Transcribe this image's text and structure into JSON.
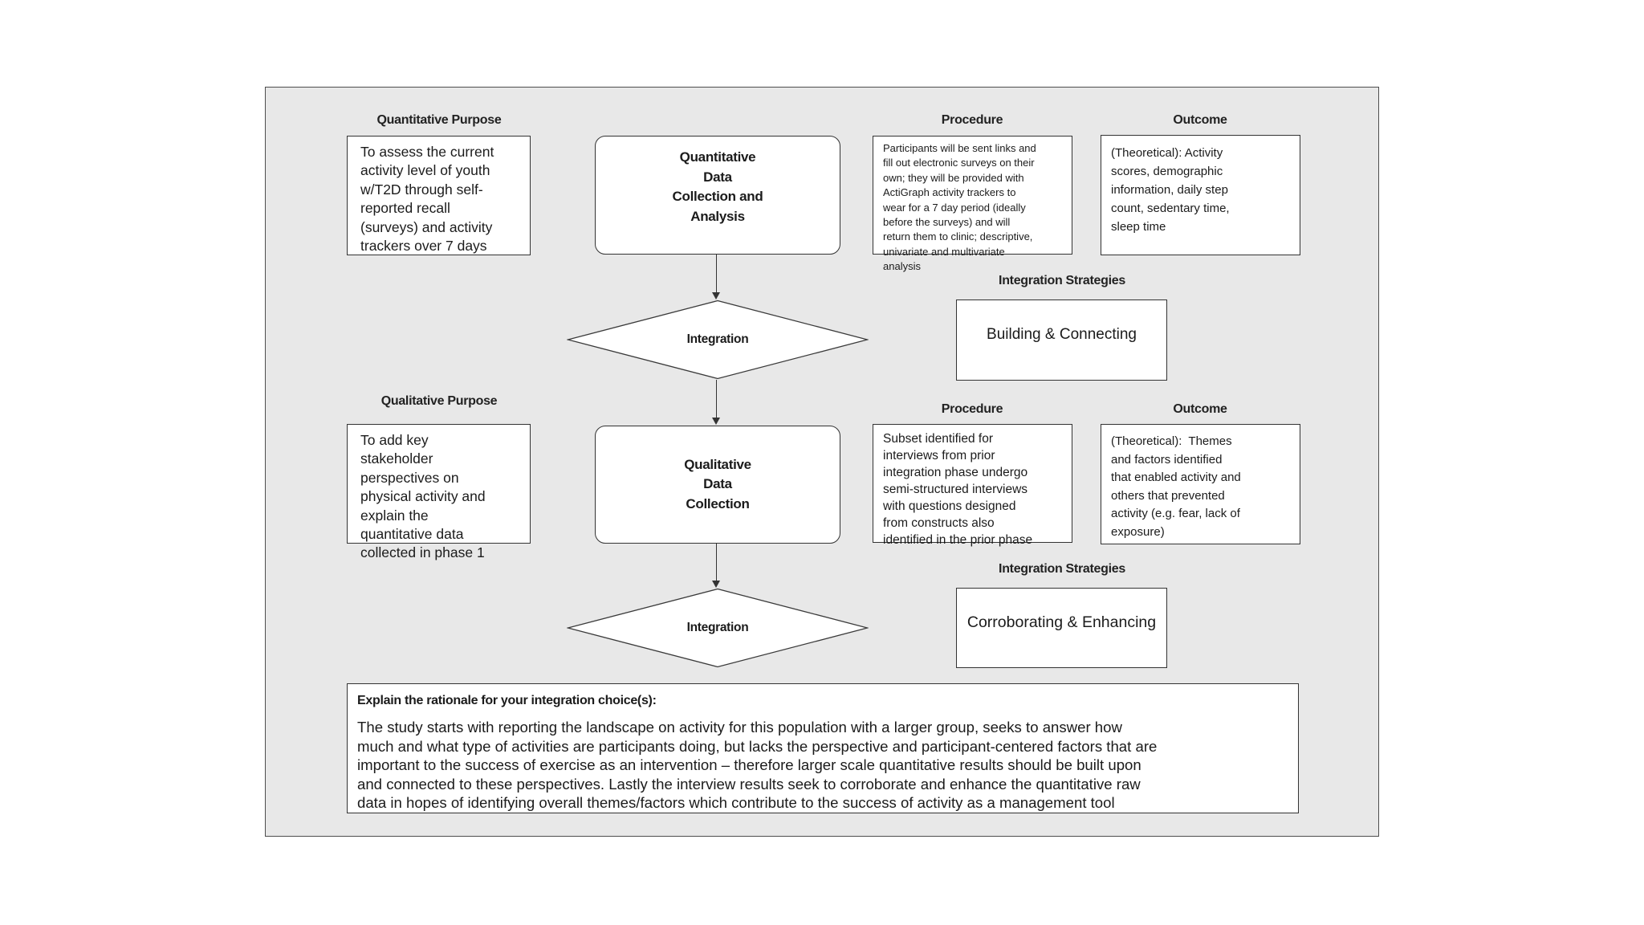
{
  "colors": {
    "page_bg": "#ffffff",
    "panel_bg": "#e8e8e8",
    "panel_border": "#4d4d4d",
    "box_bg": "#ffffff",
    "box_border": "#333333",
    "text": "#1b1b1b",
    "arrow": "#333333"
  },
  "phase1": {
    "purpose_label": "Quantitative Purpose",
    "purpose_text": "To assess the current\nactivity level of youth\nw/T2D through self-\nreported recall\n(surveys) and activity\ntrackers over 7 days",
    "process_text": "Quantitative\nData\nCollection and\nAnalysis",
    "procedure_label": "Procedure",
    "procedure_text": "Participants will be sent links and\nfill out electronic surveys on their\nown; they will be provided with\nActiGraph activity trackers to\nwear for a 7 day period (ideally\nbefore the surveys) and will\nreturn them to clinic; descriptive,\nunivariate and multivariate\nanalysis",
    "outcome_label": "Outcome",
    "outcome_text": "(Theoretical): Activity\nscores, demographic\ninformation, daily step\ncount, sedentary time,\nsleep time"
  },
  "integration1": {
    "diamond_label": "Integration",
    "strategies_label": "Integration Strategies",
    "strategy": "Building & Connecting"
  },
  "phase2": {
    "purpose_label": "Qualitative Purpose",
    "purpose_text": "To add key\nstakeholder\nperspectives on\nphysical activity and\nexplain the\nquantitative data\ncollected in phase 1",
    "process_text": "Qualitative\nData\nCollection",
    "procedure_label": "Procedure",
    "procedure_text": "Subset identified for\ninterviews from prior\nintegration phase undergo\nsemi-structured interviews\nwith questions designed\nfrom constructs also\nidentified in the prior phase",
    "outcome_label": "Outcome",
    "outcome_text": "(Theoretical):  Themes\nand factors identified\nthat enabled activity and\nothers that prevented\nactivity (e.g. fear, lack of\nexposure)"
  },
  "integration2": {
    "diamond_label": "Integration",
    "strategies_label": "Integration Strategies",
    "strategy": "Corroborating & Enhancing"
  },
  "rationale": {
    "heading": "Explain the rationale for your integration choice(s):",
    "body": "The study starts with reporting the landscape on activity for this population with a larger group, seeks to answer how\nmuch and what type of activities are participants doing, but lacks the perspective and participant-centered factors that are\nimportant to the success of exercise as an intervention – therefore larger scale quantitative results should be built upon\nand connected to these perspectives. Lastly the interview results seek to corroborate and enhance the quantitative raw\ndata in hopes of identifying overall themes/factors which contribute to the success of activity as a management tool"
  }
}
